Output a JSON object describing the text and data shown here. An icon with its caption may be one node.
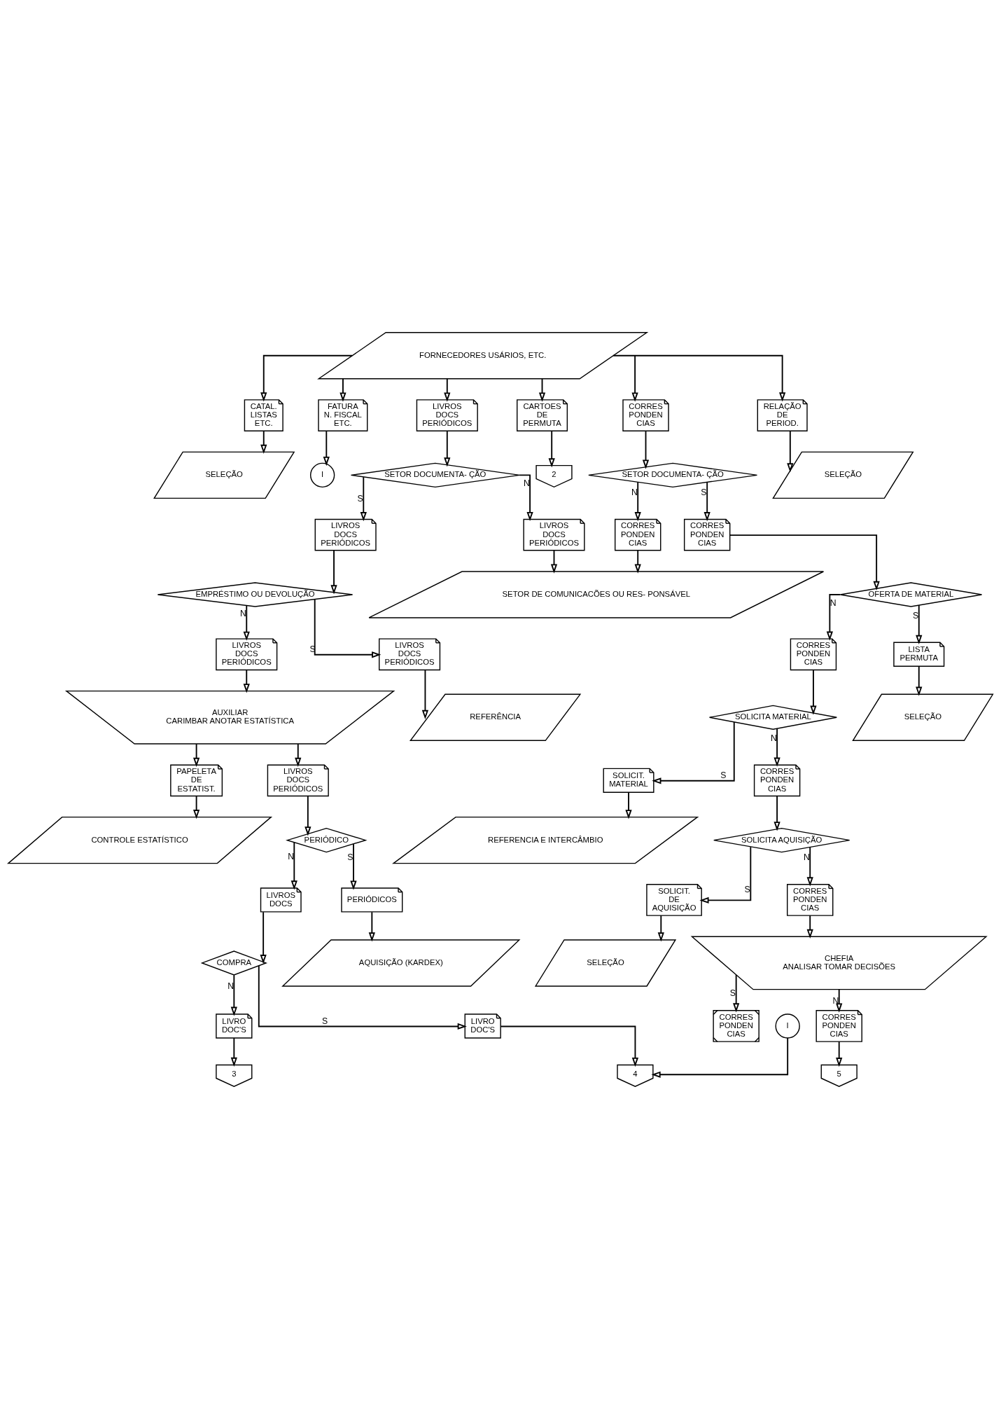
{
  "diagram": {
    "nodes": [
      {
        "text": [
          "FORNECEDORES USÁRIOS, ETC."
        ]
      },
      {
        "text": [
          "CATAL.",
          "LISTAS",
          "ETC."
        ]
      },
      {
        "text": [
          "FATURA",
          "N. FISCAL",
          "ETC."
        ]
      },
      {
        "text": [
          "LIVROS",
          "DOCS",
          "PERIÓDICOS"
        ]
      },
      {
        "text": [
          "CARTOES",
          "DE",
          "PERMUTA"
        ]
      },
      {
        "text": [
          "CORRES",
          "PONDEN",
          "CIAS"
        ]
      },
      {
        "text": [
          "RELAÇÃO",
          "DE",
          "PERIOD."
        ]
      },
      {
        "text": [
          "SELEÇÃO"
        ]
      },
      {
        "text": [
          "I"
        ]
      },
      {
        "text": [
          "SETOR DOCUMENTA- ÇÃO"
        ]
      },
      {
        "text": [
          "2"
        ]
      },
      {
        "text": [
          "SETOR DOCUMENTA- ÇÃO"
        ]
      },
      {
        "text": [
          "SELEÇÃO"
        ]
      },
      {
        "text": [
          "LIVROS",
          "DOCS",
          "PERIÓDICOS"
        ]
      },
      {
        "text": [
          "LIVROS",
          "DOCS",
          "PERIÓDICOS"
        ]
      },
      {
        "text": [
          "CORRES",
          "PONDEN",
          "CIAS"
        ]
      },
      {
        "text": [
          "CORRES",
          "PONDEN",
          "CIAS"
        ]
      },
      {
        "text": [
          "EMPRÉSTIMO OU DEVOLUÇÃO"
        ]
      },
      {
        "text": [
          "SETOR DE COMUNICACÕES OU RES- PONSÁVEL"
        ]
      },
      {
        "text": [
          "OFERTA DE MATERIAL"
        ]
      },
      {
        "text": [
          "LIVROS",
          "DOCS",
          "PERIÓDICOS"
        ]
      },
      {
        "text": [
          "LIVROS",
          "DOCS",
          "PERIÓDICOS"
        ]
      },
      {
        "text": [
          "CORRES",
          "PONDEN",
          "CIAS"
        ]
      },
      {
        "text": [
          "LISTA",
          "PERMUTA"
        ]
      },
      {
        "text": [
          "AUXILIAR",
          "CARIMBAR ANOTAR ESTATÍSTICA"
        ]
      },
      {
        "text": [
          "REFERÊNCIA"
        ]
      },
      {
        "text": [
          "SOLICITA MATERIAL"
        ]
      },
      {
        "text": [
          "SELEÇÃO"
        ]
      },
      {
        "text": [
          "PAPELETA",
          "DE",
          "ESTATIST."
        ]
      },
      {
        "text": [
          "LIVROS",
          "DOCS",
          "PERIÓDICOS"
        ]
      },
      {
        "text": [
          "SOLICIT.",
          "MATERIAL"
        ]
      },
      {
        "text": [
          "CORRES",
          "PONDEN",
          "CIAS"
        ]
      },
      {
        "text": [
          "CONTROLE ESTATÍSTICO"
        ]
      },
      {
        "text": [
          "PERIÓDICO"
        ]
      },
      {
        "text": [
          "REFERENCIA E INTERCÂMBIO"
        ]
      },
      {
        "text": [
          "SOLICITA AQUISIÇÃO"
        ]
      },
      {
        "text": [
          "LIVROS",
          "DOCS"
        ]
      },
      {
        "text": [
          "PERIÓDICOS"
        ]
      },
      {
        "text": [
          "SOLICIT.",
          "DE",
          "AQUISIÇÃO"
        ]
      },
      {
        "text": [
          "CORRES",
          "PONDEN",
          "CIAS"
        ]
      },
      {
        "text": [
          "AQUISIÇÃO (KARDEX)"
        ]
      },
      {
        "text": [
          "COMPRA"
        ]
      },
      {
        "text": [
          "SELEÇÃO"
        ]
      },
      {
        "text": [
          "CHEFIA",
          "ANALISAR TOMAR DECISÕES"
        ]
      },
      {
        "text": [
          "LIVRO",
          "DOC'S"
        ]
      },
      {
        "text": [
          "LIVRO",
          "DOC'S"
        ]
      },
      {
        "text": [
          "I"
        ]
      },
      {
        "text": [
          "CORRES",
          "PONDEN",
          "CIAS"
        ]
      },
      {
        "text": [
          "CORRES",
          "PONDEN",
          "CIAS"
        ]
      },
      {
        "text": [
          "3"
        ]
      },
      {
        "text": [
          "4"
        ]
      },
      {
        "text": [
          "5"
        ]
      }
    ],
    "edges": [
      {
        "from": 0,
        "to": 1,
        "arrow": "to"
      },
      {
        "from": 0,
        "to": 2,
        "arrow": "to"
      },
      {
        "from": 0,
        "to": 3,
        "arrow": "to"
      },
      {
        "from": 0,
        "to": 4,
        "arrow": "to"
      },
      {
        "from": 0,
        "to": 5,
        "arrow": "to"
      },
      {
        "from": 0,
        "to": 6,
        "arrow": "to"
      },
      {
        "from": 1,
        "to": 7,
        "arrow": "to"
      },
      {
        "from": 2,
        "to": 8,
        "arrow": "to"
      },
      {
        "from": 3,
        "to": 9,
        "arrow": "to"
      },
      {
        "from": 4,
        "to": 10,
        "arrow": "to"
      },
      {
        "from": 5,
        "to": 11,
        "arrow": "to"
      },
      {
        "from": 6,
        "to": 12,
        "arrow": "to"
      },
      {
        "from": 9,
        "to": 13,
        "arrow": "to",
        "label": "S"
      },
      {
        "from": 9,
        "to": 14,
        "arrow": "to",
        "label": "N"
      },
      {
        "from": 11,
        "to": 15,
        "arrow": "to",
        "label": "N"
      },
      {
        "from": 11,
        "to": 16,
        "arrow": "to",
        "label": "S"
      },
      {
        "from": 13,
        "to": 17,
        "arrow": "to"
      },
      {
        "from": 14,
        "to": 18,
        "arrow": "to"
      },
      {
        "from": 15,
        "to": 18,
        "arrow": "to"
      },
      {
        "from": 16,
        "to": 19,
        "arrow": "to"
      },
      {
        "from": 17,
        "to": 20,
        "arrow": "to",
        "label": "N"
      },
      {
        "from": 17,
        "to": 21,
        "arrow": "to",
        "label": "S"
      },
      {
        "from": 19,
        "to": 22,
        "arrow": "to",
        "label": "N"
      },
      {
        "from": 19,
        "to": 23,
        "arrow": "to",
        "label": "S"
      },
      {
        "from": 20,
        "to": 24,
        "arrow": "to"
      },
      {
        "from": 21,
        "to": 25,
        "arrow": "to"
      },
      {
        "from": 22,
        "to": 26,
        "arrow": "to"
      },
      {
        "from": 23,
        "to": 27,
        "arrow": "to"
      },
      {
        "from": 24,
        "to": 28,
        "arrow": "to"
      },
      {
        "from": 24,
        "to": 29,
        "arrow": "to"
      },
      {
        "from": 26,
        "to": 30,
        "arrow": "to",
        "label": "S"
      },
      {
        "from": 26,
        "to": 31,
        "arrow": "to",
        "label": "N"
      },
      {
        "from": 28,
        "to": 32,
        "arrow": "to"
      },
      {
        "from": 29,
        "to": 33,
        "arrow": "to"
      },
      {
        "from": 30,
        "to": 34,
        "arrow": "to"
      },
      {
        "from": 31,
        "to": 35,
        "arrow": "to"
      },
      {
        "from": 33,
        "to": 36,
        "arrow": "to",
        "label": "N"
      },
      {
        "from": 33,
        "to": 37,
        "arrow": "to",
        "label": "S"
      },
      {
        "from": 35,
        "to": 38,
        "arrow": "to",
        "label": "S"
      },
      {
        "from": 35,
        "to": 39,
        "arrow": "to",
        "label": "N"
      },
      {
        "from": 37,
        "to": 40,
        "arrow": "to"
      },
      {
        "from": 36,
        "to": 41,
        "arrow": "to"
      },
      {
        "from": 38,
        "to": 42,
        "arrow": "to"
      },
      {
        "from": 39,
        "to": 43,
        "arrow": "to"
      },
      {
        "from": 41,
        "to": 44,
        "arrow": "to",
        "label": "N"
      },
      {
        "from": 41,
        "to": 45,
        "arrow": "to",
        "label": "S"
      },
      {
        "from": 43,
        "to": 47,
        "arrow": "to",
        "label": "S"
      },
      {
        "from": 43,
        "to": 48,
        "arrow": "to",
        "label": "N"
      },
      {
        "from": 44,
        "to": 49,
        "arrow": "to"
      },
      {
        "from": 45,
        "to": 50,
        "arrow": "to"
      },
      {
        "from": 46,
        "to": 50,
        "arrow": "to"
      },
      {
        "from": 48,
        "to": 51,
        "arrow": "to"
      }
    ]
  }
}
